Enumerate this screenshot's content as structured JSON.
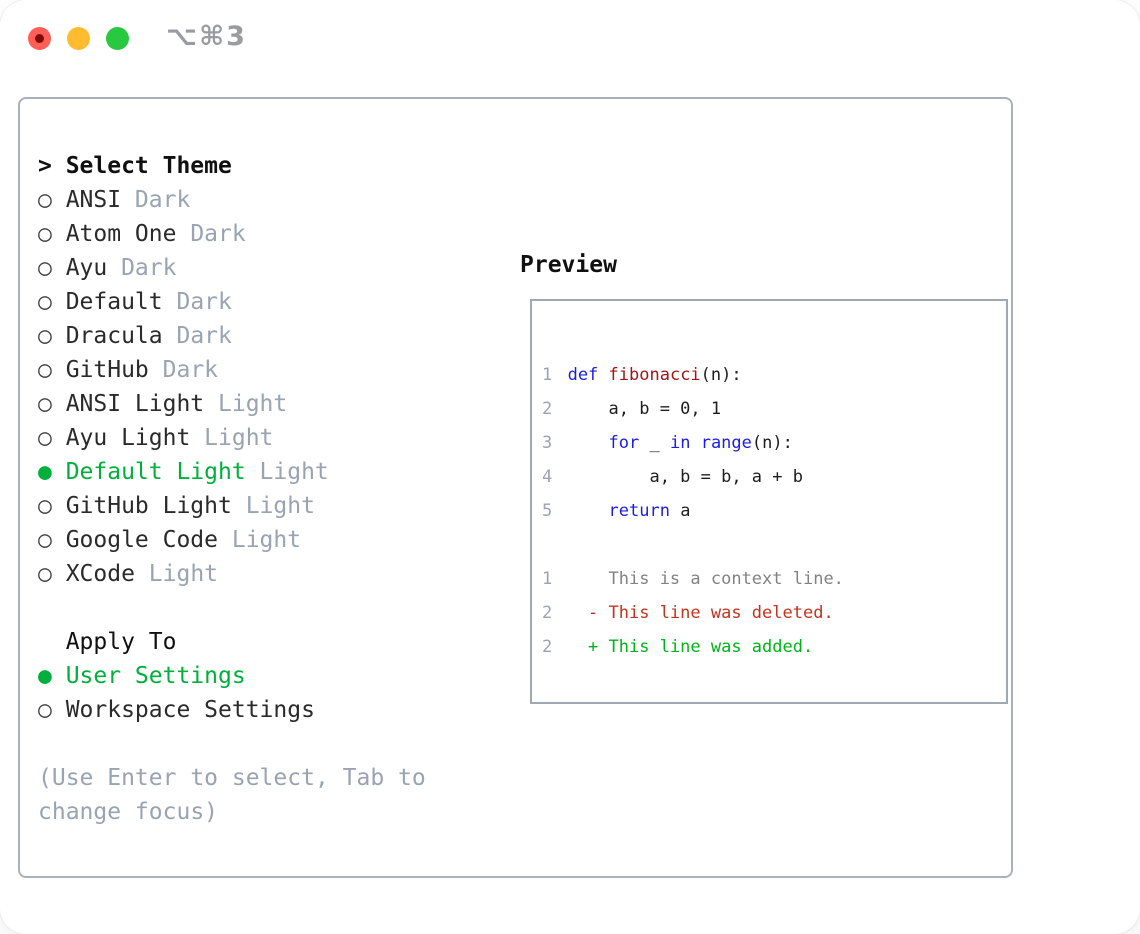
{
  "colors": {
    "green": "#00af3c",
    "muted": "#99a3b2",
    "kw_blue": "#1d1de0",
    "fn_red": "#a31515",
    "ctx_gray": "#828282",
    "del_red": "#c2331d",
    "add_green": "#00b319",
    "tl_red": "#ff5f57",
    "tl_yellow": "#febc2e",
    "tl_green": "#28c840"
  },
  "titlebar": {
    "shortcut": "⌥⌘3"
  },
  "icons": {
    "radio_selected": "●",
    "radio_unselected": "○"
  },
  "theme_panel": {
    "prompt": ">",
    "title": "Select Theme",
    "items": [
      {
        "name": "ANSI",
        "variant": "Dark",
        "selected": false
      },
      {
        "name": "Atom One",
        "variant": "Dark",
        "selected": false
      },
      {
        "name": "Ayu",
        "variant": "Dark",
        "selected": false
      },
      {
        "name": "Default",
        "variant": "Dark",
        "selected": false
      },
      {
        "name": "Dracula",
        "variant": "Dark",
        "selected": false
      },
      {
        "name": "GitHub",
        "variant": "Dark",
        "selected": false
      },
      {
        "name": "ANSI Light",
        "variant": "Light",
        "selected": false
      },
      {
        "name": "Ayu Light",
        "variant": "Light",
        "selected": false
      },
      {
        "name": "Default Light",
        "variant": "Light",
        "selected": true
      },
      {
        "name": "GitHub Light",
        "variant": "Light",
        "selected": false
      },
      {
        "name": "Google Code",
        "variant": "Light",
        "selected": false
      },
      {
        "name": "XCode",
        "variant": "Light",
        "selected": false
      }
    ],
    "apply_title": "Apply To",
    "apply_options": [
      {
        "label": "User Settings",
        "selected": true
      },
      {
        "label": "Workspace Settings",
        "selected": false
      }
    ],
    "help": "(Use Enter to select, Tab to change focus)"
  },
  "preview": {
    "title": "Preview",
    "lines": [
      {
        "num": "1",
        "segs": [
          [
            "keyword",
            "def"
          ],
          [
            "plain",
            " "
          ],
          [
            "function",
            "fibonacci"
          ],
          [
            "plain",
            "(n):"
          ]
        ]
      },
      {
        "num": "2",
        "segs": [
          [
            "plain",
            "    a, b = 0, 1"
          ]
        ]
      },
      {
        "num": "3",
        "segs": [
          [
            "plain",
            "    "
          ],
          [
            "keyword",
            "for"
          ],
          [
            "plain",
            " _ "
          ],
          [
            "keyword",
            "in"
          ],
          [
            "plain",
            " "
          ],
          [
            "keyword",
            "range"
          ],
          [
            "plain",
            "(n):"
          ]
        ]
      },
      {
        "num": "4",
        "segs": [
          [
            "plain",
            "        a, b = b, a + b"
          ]
        ]
      },
      {
        "num": "5",
        "segs": [
          [
            "plain",
            "    "
          ],
          [
            "keyword",
            "return"
          ],
          [
            "plain",
            " a"
          ]
        ]
      },
      {
        "num": "",
        "segs": []
      },
      {
        "num": "1",
        "segs": [
          [
            "context",
            "    This is a context line."
          ]
        ]
      },
      {
        "num": "2",
        "segs": [
          [
            "deleted",
            "  - This line was deleted."
          ]
        ]
      },
      {
        "num": "2",
        "segs": [
          [
            "added",
            "  + This line was added."
          ]
        ]
      }
    ]
  }
}
